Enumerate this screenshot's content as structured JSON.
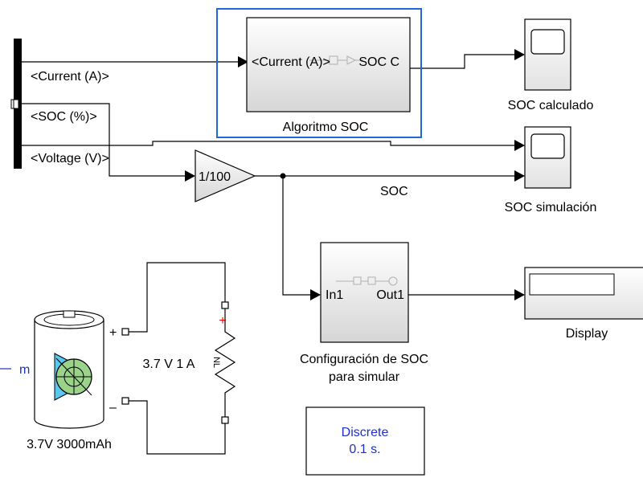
{
  "bus_selector": {
    "signals": [
      "<Current (A)>",
      "<SOC (%)>",
      "<Voltage (V)>"
    ]
  },
  "algoritmo_soc": {
    "name": "Algoritmo SOC",
    "in_port": "<Current (A)>",
    "out_port": "SOC C"
  },
  "gain": {
    "value": "1/100"
  },
  "signal_label": "SOC",
  "scopes": {
    "calculado": "SOC calculado",
    "simulacion": "SOC simulación"
  },
  "config_subsystem": {
    "name_line1": "Configuración de SOC",
    "name_line2": "para simular",
    "in_port": "In1",
    "out_port": "Out1"
  },
  "display": {
    "name": "Display",
    "value": ""
  },
  "battery": {
    "label": "3.7V 3000mAh",
    "plus": "+",
    "minus": "–",
    "m_port": "m"
  },
  "resistor": {
    "label": "3.7 V 1 A",
    "symbol": "NL"
  },
  "powergui": {
    "line1": "Discrete",
    "line2": "0.1 s."
  },
  "colors": {
    "selection": "#2266dd",
    "powergui_text": "#1f2fd0",
    "battery_green": "#9bd38a",
    "battery_blue": "#59c8f0",
    "red_plus": "#ff0000"
  }
}
